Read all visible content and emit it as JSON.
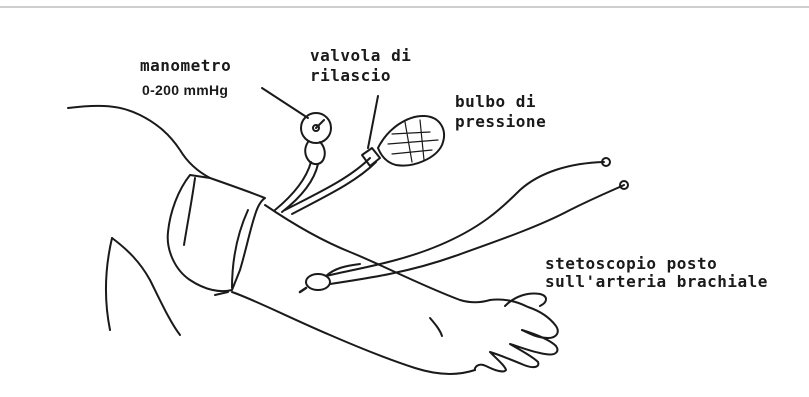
{
  "labels": {
    "gauge": "manometro",
    "gauge_range": "0-200 mmHg",
    "valve_line1": "valvola di",
    "valve_line2": "rilascio",
    "bulb_line1": "bulbo di",
    "bulb_line2": "pressione",
    "steth_line1": "stetoscopio posto",
    "steth_line2": "sull'arteria brachiale"
  },
  "colors": {
    "ink": "#1a1a1a",
    "background": "#ffffff",
    "rule": "#bdbdbd"
  }
}
